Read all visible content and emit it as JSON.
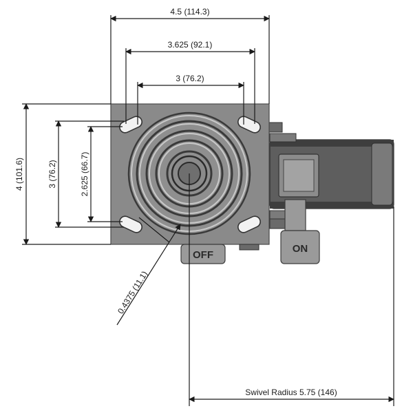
{
  "drawing": {
    "dims": {
      "overall_width": "4.5 (114.3)",
      "slot_span_outer": "3.625 (92.1)",
      "slot_span_inner": "3 (76.2)",
      "overall_height": "4 (101.6)",
      "slot_height_outer": "3 (76.2)",
      "slot_height_inner": "2.625 (66.7)",
      "bolt_hole": "0.4375 (11.1)",
      "swivel_radius": "Swivel Radius 5.75 (146)"
    },
    "levers": {
      "off_label": "OFF",
      "on_label": "ON"
    },
    "colors": {
      "plate": "#8a8a8a",
      "wheel": "#5e5e5e",
      "lines": "#1a1a1a"
    }
  }
}
